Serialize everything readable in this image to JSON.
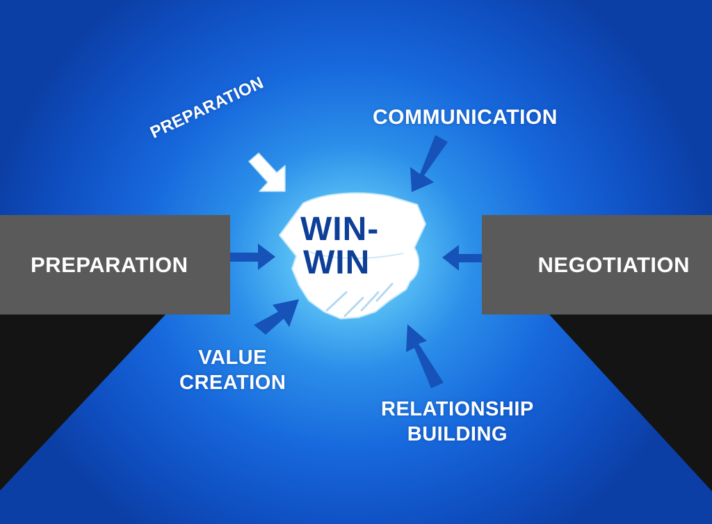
{
  "labels": {
    "preparation_top": "PREPARATION",
    "communication": "COMMUNICATION",
    "value_creation": [
      "VALUE",
      "CREATION"
    ],
    "relationship_building": [
      "RELATIONSHIP",
      "BUILDING"
    ]
  },
  "boxes": {
    "left": "PREPARATION",
    "right": "NEGOTIATION"
  },
  "center": {
    "line1": "WIN-",
    "line2": "WIN"
  },
  "colors": {
    "background_center": "#a9ecff",
    "background_edge": "#0c3fa6",
    "box_fill": "#5a5a5a",
    "shadow_fill": "#141414",
    "arrow_blue": "#1652b8",
    "center_text": "#0d3f98",
    "label_text": "#ffffff"
  },
  "icons": {
    "center": "handshake-icon",
    "arrows": "arrow-icon"
  }
}
